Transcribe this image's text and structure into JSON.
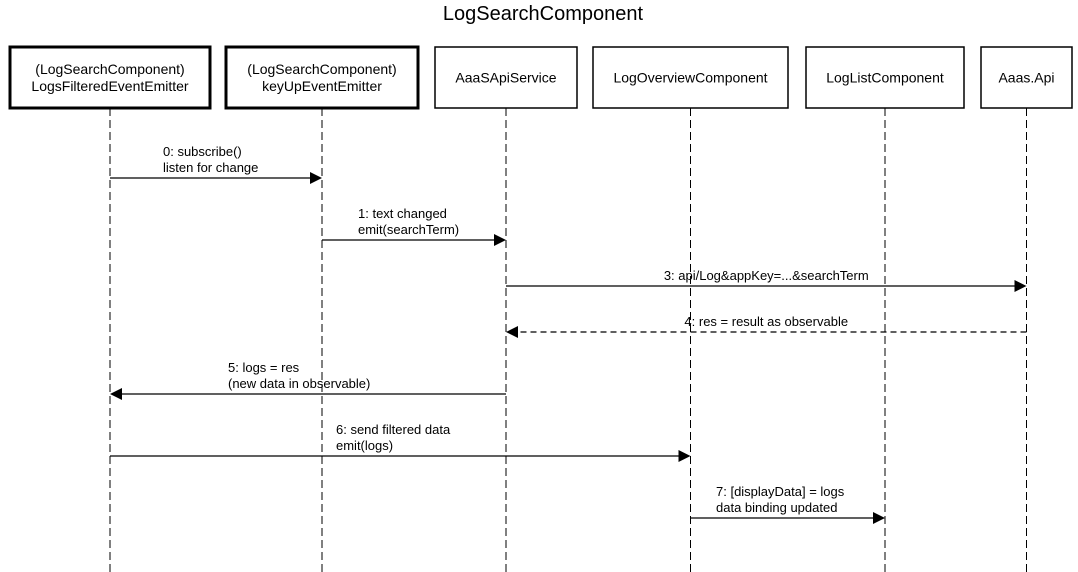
{
  "diagram": {
    "title": "LogSearchComponent",
    "participants": [
      {
        "id": "p0",
        "lines": [
          "(LogSearchComponent)",
          "LogsFilteredEventEmitter"
        ],
        "bold": true
      },
      {
        "id": "p1",
        "lines": [
          "(LogSearchComponent)",
          "keyUpEventEmitter"
        ],
        "bold": true
      },
      {
        "id": "p2",
        "lines": [
          "AaaSApiService"
        ],
        "bold": false
      },
      {
        "id": "p3",
        "lines": [
          "LogOverviewComponent"
        ],
        "bold": false
      },
      {
        "id": "p4",
        "lines": [
          "LogListComponent"
        ],
        "bold": false
      },
      {
        "id": "p5",
        "lines": [
          "Aaas.Api"
        ],
        "bold": false
      }
    ],
    "messages": [
      {
        "from": 0,
        "to": 1,
        "lines": [
          "0: subscribe()",
          "listen for change"
        ],
        "style": "solid"
      },
      {
        "from": 1,
        "to": 2,
        "lines": [
          "1: text changed",
          "emit(searchTerm)"
        ],
        "style": "solid"
      },
      {
        "from": 2,
        "to": 5,
        "lines": [
          "3: api/Log&appKey=...&searchTerm"
        ],
        "style": "solid"
      },
      {
        "from": 5,
        "to": 2,
        "lines": [
          "4: res = result as observable"
        ],
        "style": "dashed"
      },
      {
        "from": 2,
        "to": 0,
        "lines": [
          "5: logs = res",
          "(new data in observable)"
        ],
        "style": "solid"
      },
      {
        "from": 0,
        "to": 3,
        "lines": [
          "6: send filtered data",
          "emit(logs)"
        ],
        "style": "solid"
      },
      {
        "from": 3,
        "to": 4,
        "lines": [
          "7: [displayData] = logs",
          "data binding updated"
        ],
        "style": "solid"
      }
    ]
  }
}
